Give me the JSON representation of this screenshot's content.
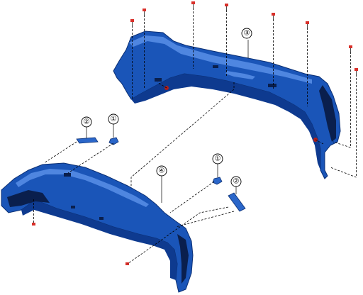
{
  "diagram": {
    "callouts": [
      {
        "id": "c1a",
        "label": "①"
      },
      {
        "id": "c2a",
        "label": "②"
      },
      {
        "id": "c3",
        "label": "③"
      },
      {
        "id": "c4",
        "label": "④"
      },
      {
        "id": "c1b",
        "label": "①"
      },
      {
        "id": "c2b",
        "label": "②"
      }
    ],
    "colors": {
      "bumper_blue": "#1a55b8",
      "fastener_red": "#d9302a",
      "background": "#ffffff"
    }
  }
}
